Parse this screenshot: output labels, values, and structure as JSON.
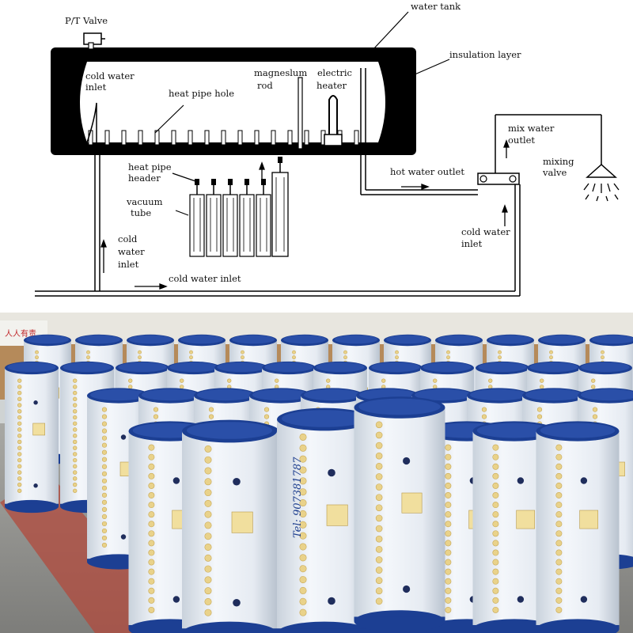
{
  "diagram": {
    "labels": {
      "pt_valve": "P/T Valve",
      "water_tank": "water tank",
      "insulation_layer": "insulation layer",
      "cold_water_inlet_tank_1": "cold water",
      "cold_water_inlet_tank_2": "inlet",
      "heat_pipe_hole": "heat pipe hole",
      "magnesium_rod_1": "magneslum",
      "magnesium_rod_2": "rod",
      "electric_heater_1": "electric",
      "electric_heater_2": "heater",
      "mix_water_outlet_1": "mix water",
      "mix_water_outlet_2": "outlet",
      "mixing_valve_1": "mixing",
      "mixing_valve_2": "valve",
      "hot_water_outlet": "hot water outlet",
      "heat_pipe_header_1": "heat pipe",
      "heat_pipe_header_2": "header",
      "vacuum_tube_1": "vacuum",
      "vacuum_tube_2": "tube",
      "cold_water_inlet_left_1": "cold",
      "cold_water_inlet_left_2": "water",
      "cold_water_inlet_left_3": "inlet",
      "cold_water_inlet_mix_1": "cold water",
      "cold_water_inlet_mix_2": "inlet",
      "cold_water_inlet_bottom": "cold water inlet"
    }
  },
  "photo": {
    "tank_text": "Tel: 907381787",
    "wall_sign": "人人有责",
    "colors": {
      "tank_body": "#eef2f7",
      "tank_lid": "#1c3f93",
      "port_yellow": "#e9d28a",
      "floor_gray": "#8f8f8c",
      "floor_red": "#b24a3c"
    }
  }
}
